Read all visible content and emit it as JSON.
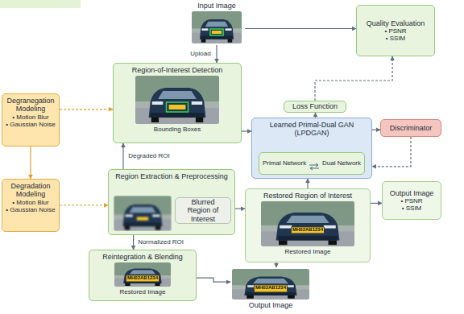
{
  "diagram": {
    "nodes": [
      {
        "text": [
          "Input Image"
        ]
      },
      {
        "text": [
          "Quality Evaluation",
          "• PSNR",
          "• SSIM"
        ]
      },
      {
        "text": [
          "Degranegation Modeling",
          "• Motion Blur",
          "• Gaussian Noise"
        ]
      },
      {
        "text": [
          "Region-of-Interest Detection",
          "Bounding Boxes"
        ]
      },
      {
        "text": [
          "Loss Function"
        ]
      },
      {
        "text": [
          "Learned Primal-Dual GAN (LPDGAN)"
        ]
      },
      {
        "text": [
          "Primal Network",
          "Dual Network"
        ],
        "in": 5
      },
      {
        "text": [
          "Discriminator"
        ]
      },
      {
        "text": [
          "Degradation Modeling",
          "• Motion Blur",
          "• Gaussian Noise"
        ]
      },
      {
        "text": [
          "Region Extraction & Preprocessing"
        ]
      },
      {
        "text": [
          "Blurred Region of Interest"
        ],
        "in": 9
      },
      {
        "text": [
          "Restored Region of Interest",
          "Restored Image"
        ]
      },
      {
        "text": [
          "Output Image",
          "• PSNR",
          "• SSIM"
        ]
      },
      {
        "text": [
          "Reintegration & Blending",
          "Restored Image"
        ]
      },
      {
        "text": [
          "Output Image"
        ]
      }
    ],
    "edges": [
      {
        "from": 0,
        "to": 1,
        "arrow": "to"
      },
      {
        "from": 0,
        "to": 3,
        "label": "Upload",
        "arrow": "to"
      },
      {
        "from": 2,
        "to": 3,
        "arrow": "to"
      },
      {
        "from": 2,
        "to": 8,
        "arrow": "to"
      },
      {
        "from": 8,
        "to": 9,
        "arrow": "to"
      },
      {
        "from": 9,
        "to": 3,
        "label": "Degraded ROI",
        "arrow": "to"
      },
      {
        "from": 3,
        "to": 5,
        "arrow": "to"
      },
      {
        "from": 9,
        "to": 11,
        "arrow": "to"
      },
      {
        "from": 11,
        "to": 5,
        "arrow": "to"
      },
      {
        "from": 5,
        "to": 7,
        "arrow": "to"
      },
      {
        "from": 7,
        "to": 5,
        "arrow": "to"
      },
      {
        "from": 5,
        "to": 4,
        "arrow": "to"
      },
      {
        "from": 4,
        "to": 1,
        "arrow": "to"
      },
      {
        "from": 11,
        "to": 12,
        "arrow": "to"
      },
      {
        "from": 9,
        "to": 13,
        "label": "Normalized ROI",
        "arrow": "to"
      },
      {
        "from": 11,
        "to": 14,
        "arrow": "to"
      },
      {
        "from": 13,
        "to": 14,
        "arrow": "to"
      }
    ],
    "labels": [
      "MH02AB1234",
      "MH02AB1234",
      "MH02AB1234"
    ]
  }
}
